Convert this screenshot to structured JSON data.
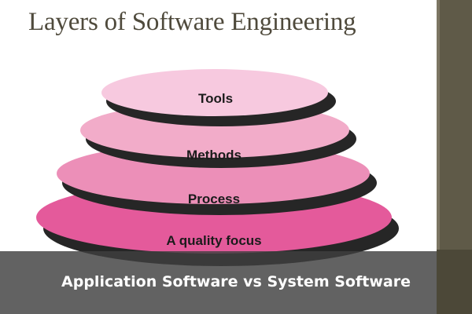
{
  "slide": {
    "title": "Layers of Software Engineering"
  },
  "diagram": {
    "layers": [
      {
        "label": "Tools",
        "color": "#f7c9df"
      },
      {
        "label": "Methods",
        "color": "#f2acc9"
      },
      {
        "label": "Process",
        "color": "#ec8fb8"
      },
      {
        "label": "A quality focus",
        "color": "#e45a9b"
      }
    ],
    "shadow_color": "#262626"
  },
  "caption": {
    "text": "Application Software vs System Software"
  },
  "colors": {
    "side_bar": "#5f5a48",
    "caption_overlay": "#404040"
  }
}
